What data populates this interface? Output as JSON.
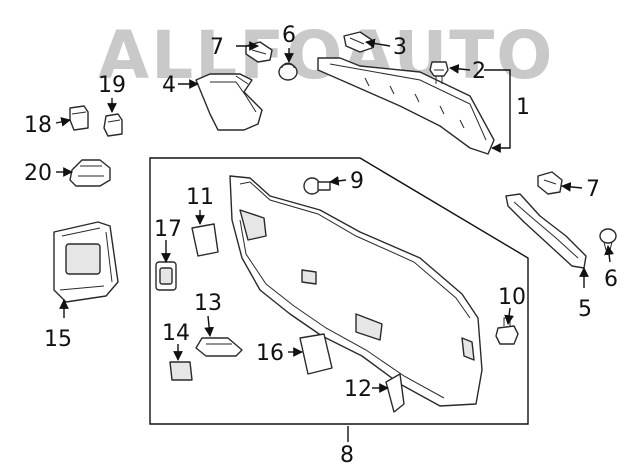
{
  "watermark": "ALLFOAUTO",
  "callouts": {
    "n1": "1",
    "n2": "2",
    "n3": "3",
    "n4": "4",
    "n5": "5",
    "n6a": "6",
    "n6b": "6",
    "n7a": "7",
    "n7b": "7",
    "n8": "8",
    "n9": "9",
    "n10": "10",
    "n11": "11",
    "n12": "12",
    "n13": "13",
    "n14": "14",
    "n15": "15",
    "n16": "16",
    "n17": "17",
    "n18": "18",
    "n19": "19",
    "n20": "20"
  },
  "colors": {
    "line": "#2a2a2a",
    "watermark": "#c9c9c9",
    "background": "#ffffff"
  }
}
